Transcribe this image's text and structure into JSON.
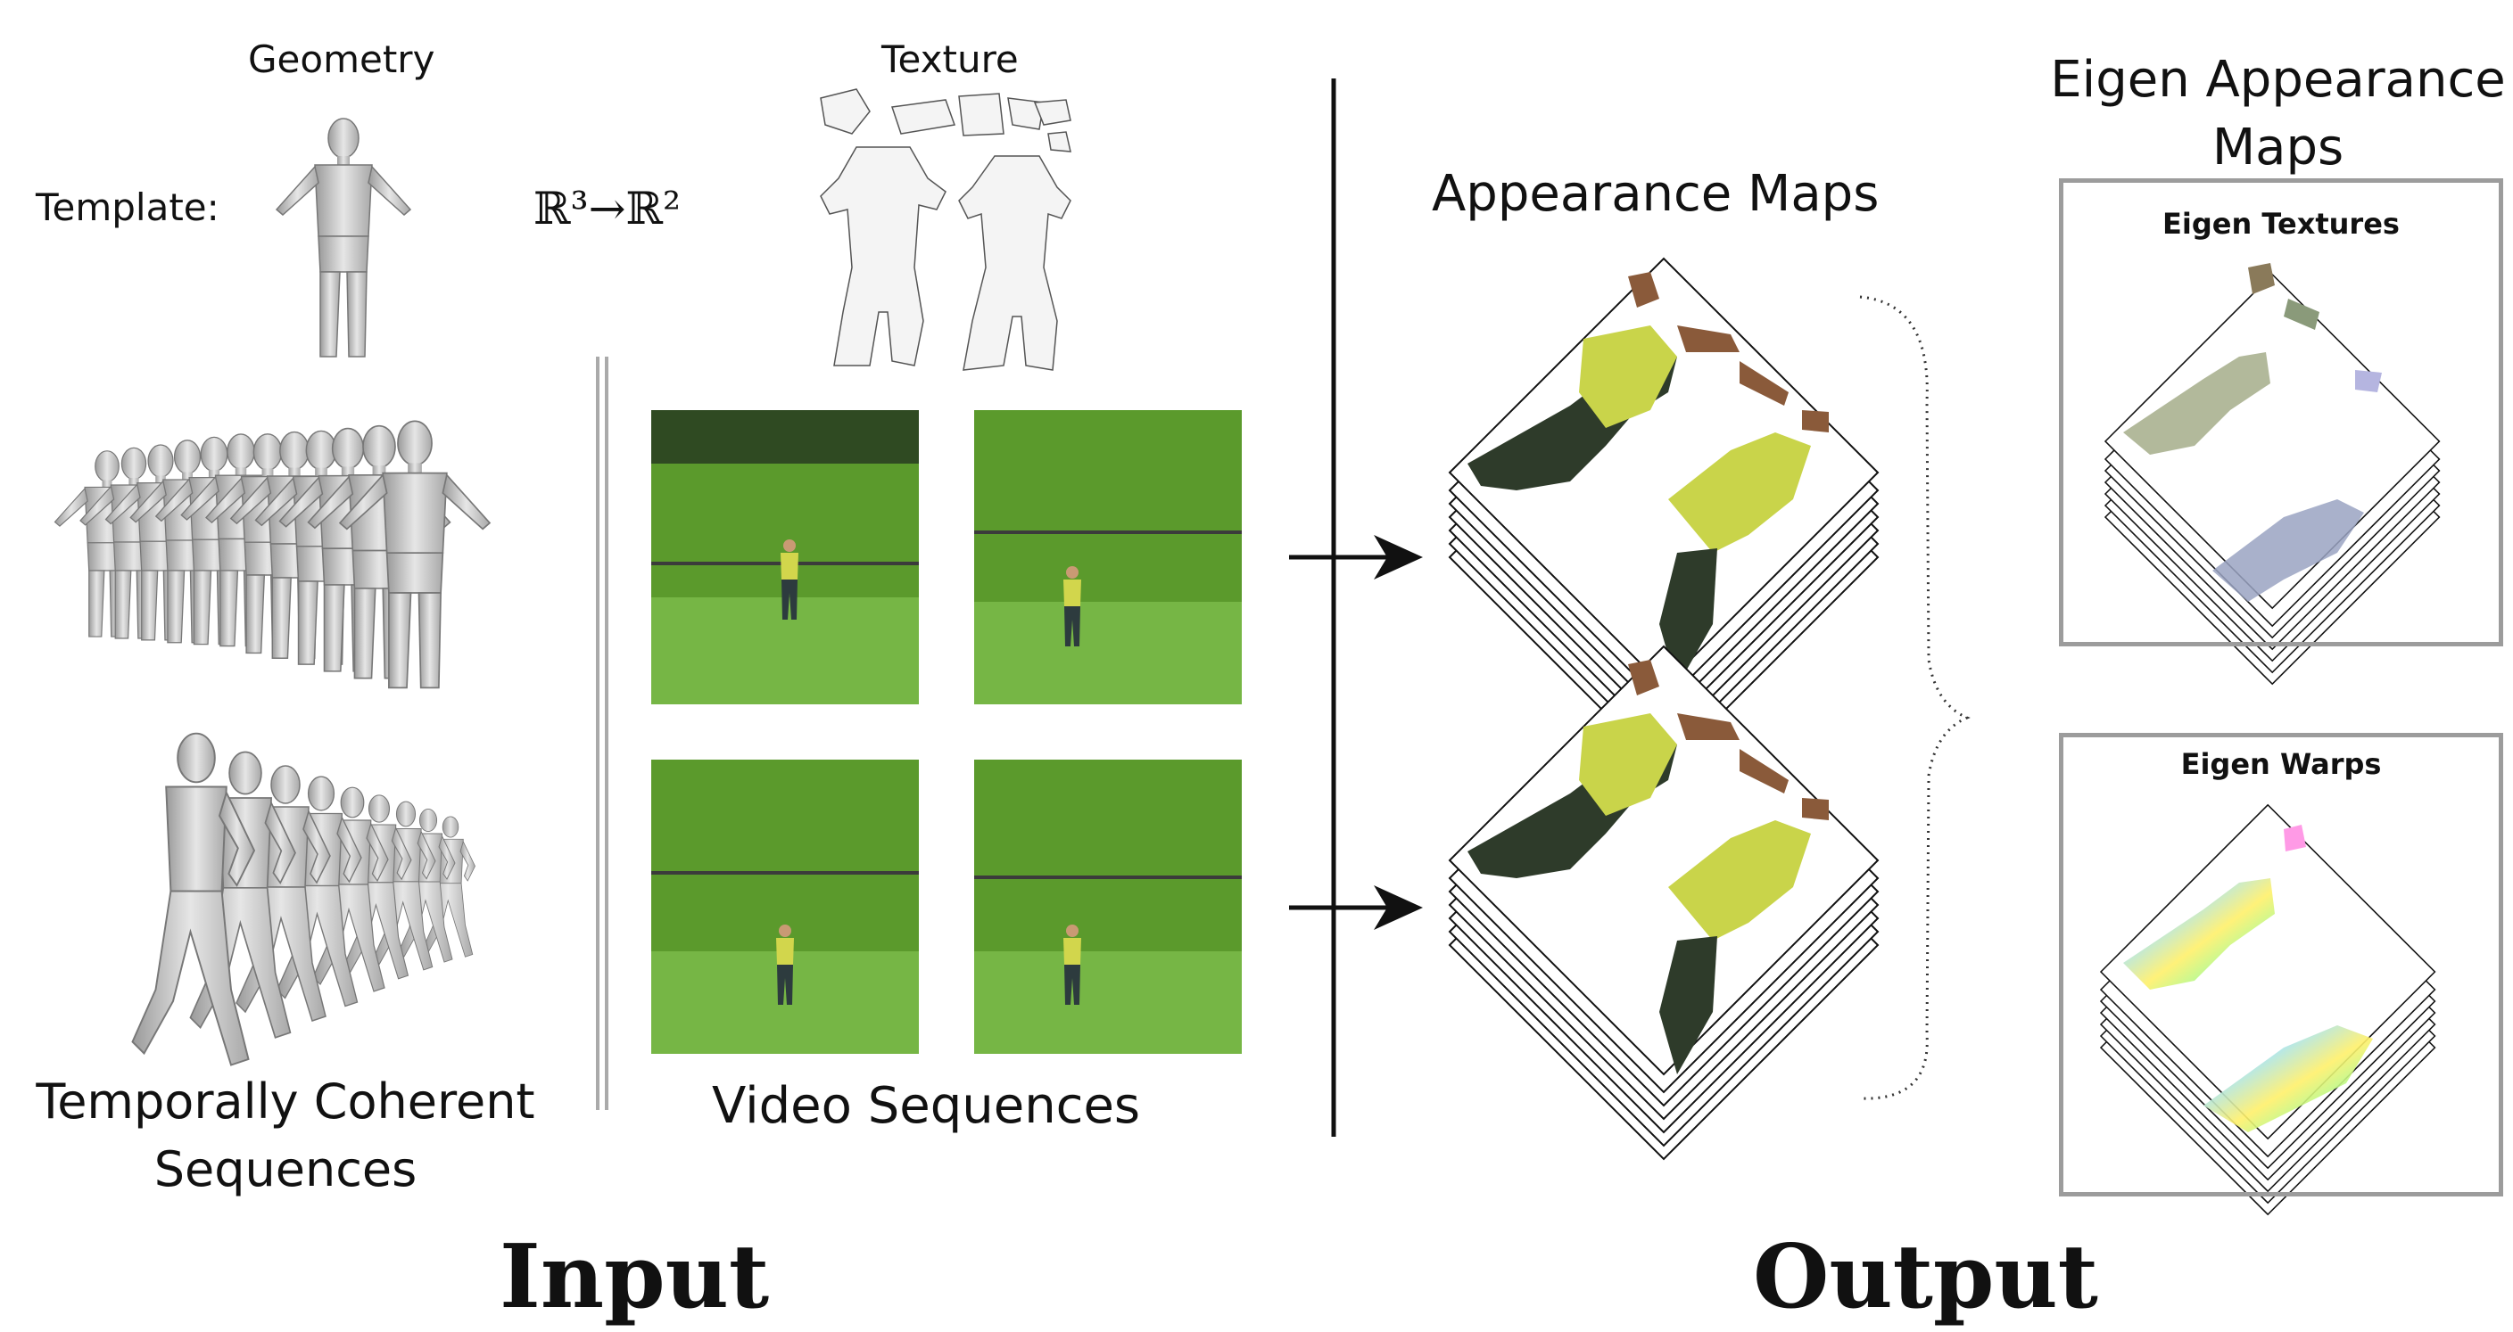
{
  "input_section": {
    "geometry_label": "Geometry",
    "texture_label": "Texture",
    "template_label": "Template:",
    "mapping_label": "ℝ³→ℝ²",
    "sequences_label_line1": "Temporally Coherent",
    "sequences_label_line2": "Sequences",
    "video_label": "Video Sequences",
    "title": "Input"
  },
  "output_section": {
    "appearance_label": "Appearance Maps",
    "eigen_label_line1": "Eigen Appearance",
    "eigen_label_line2": "Maps",
    "eigen_textures_title": "Eigen Textures",
    "eigen_warps_title": "Eigen Warps",
    "title": "Output"
  },
  "colors": {
    "studio_green": "#5b9a2c",
    "shirt_yellow": "#c9d44a",
    "pants_dark": "#2e3b2a",
    "mesh_gray": "#c8c8c8",
    "box_border": "#9c9c9c"
  }
}
